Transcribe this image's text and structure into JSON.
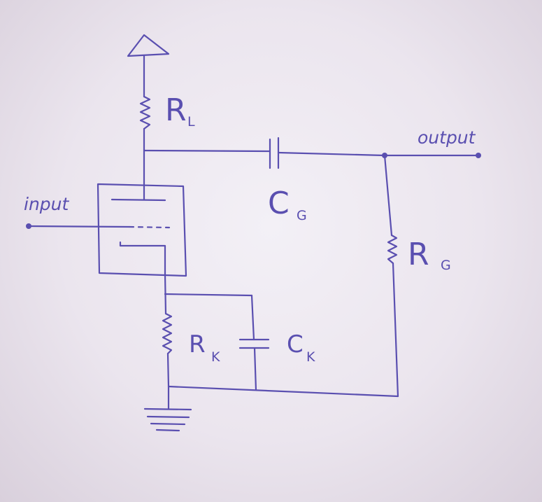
{
  "labels": {
    "input": "input",
    "output": "output",
    "rl_main": "R",
    "rl_sub": "L",
    "cg_main": "C",
    "cg_sub": "G",
    "rg_main": "R",
    "rg_sub": "G",
    "rk_main": "R",
    "rk_sub": "K",
    "ck_main": "C",
    "ck_sub": "K"
  },
  "icons": {
    "supply": "supply-triangle-icon",
    "ground": "ground-icon"
  },
  "colors": {
    "ink": "#5a4fb0",
    "paper": "#ebe5ee"
  }
}
